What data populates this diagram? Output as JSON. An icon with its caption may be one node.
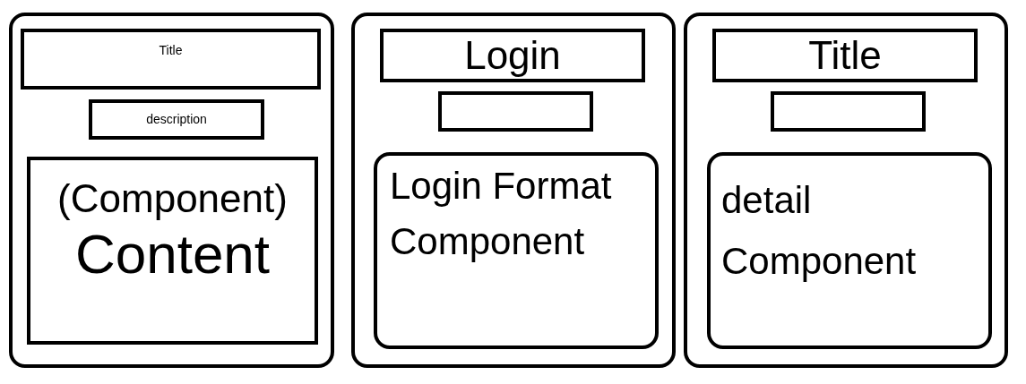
{
  "diagram": {
    "nodes": [
      {
        "text": [],
        "shape": "box"
      },
      {
        "text": [
          "Title"
        ],
        "in": 0
      },
      {
        "text": [
          "description"
        ],
        "in": 0
      },
      {
        "text": [
          "(Component)",
          "Content"
        ],
        "in": 0
      },
      {
        "text": [],
        "shape": "box"
      },
      {
        "text": [
          "Login"
        ],
        "in": 4
      },
      {
        "text": [],
        "shape": "box",
        "in": 4
      },
      {
        "text": [
          "Login Format",
          "Component"
        ],
        "in": 4
      },
      {
        "text": [],
        "shape": "box"
      },
      {
        "text": [
          "Title"
        ],
        "in": 8
      },
      {
        "text": [],
        "shape": "box",
        "in": 8
      },
      {
        "text": [
          "detail",
          "Component"
        ],
        "in": 8
      }
    ]
  }
}
